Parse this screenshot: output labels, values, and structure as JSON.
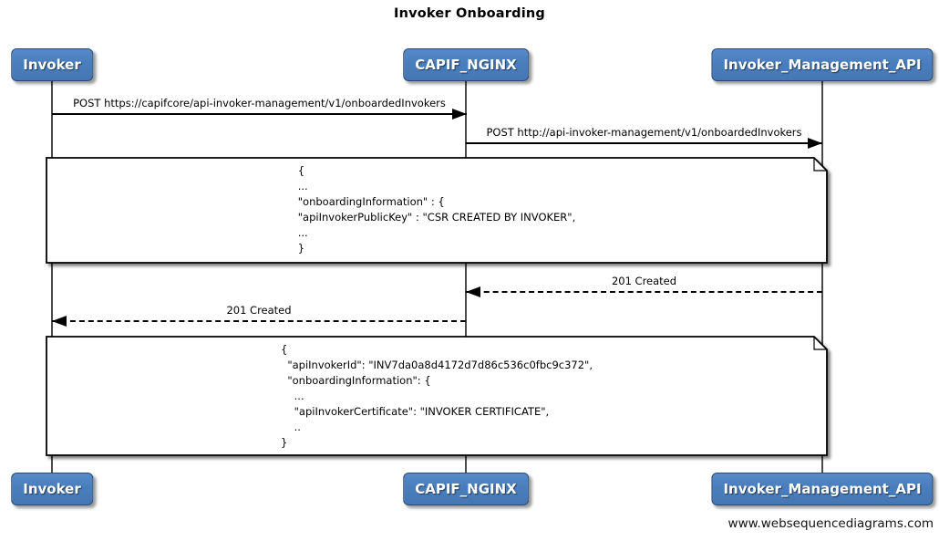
{
  "title": "Invoker Onboarding",
  "actors": [
    {
      "name": "Invoker"
    },
    {
      "name": "CAPIF_NGINX"
    },
    {
      "name": "Invoker_Management_API"
    }
  ],
  "messages": [
    {
      "label": "POST https://capifcore/api-invoker-management/v1/onboardedInvokers",
      "from": "Invoker",
      "to": "CAPIF_NGINX",
      "line": "solid",
      "direction": "right"
    },
    {
      "label": "POST http://api-invoker-management/v1/onboardedInvokers",
      "from": "CAPIF_NGINX",
      "to": "Invoker_Management_API",
      "line": "solid",
      "direction": "right"
    },
    {
      "label": "201 Created",
      "from": "Invoker_Management_API",
      "to": "CAPIF_NGINX",
      "line": "dashed",
      "direction": "left"
    },
    {
      "label": "201 Created",
      "from": "CAPIF_NGINX",
      "to": "Invoker",
      "line": "dashed",
      "direction": "left"
    }
  ],
  "notes": [
    {
      "text": "{\n...\n\"onboardingInformation\" : {\n\"apiInvokerPublicKey\" : \"CSR CREATED BY INVOKER\",\n...\n}"
    },
    {
      "text": "{\n  \"apiInvokerId\": \"INV7da0a8d4172d7d86c536c0fbc9c372\",\n  \"onboardingInformation\": {\n    ...\n    \"apiInvokerCertificate\": \"INVOKER CERTIFICATE\",\n    ..\n}"
    }
  ],
  "footer": "www.websequencediagrams.com",
  "colors": {
    "actor_fill": "#4a7ebd",
    "actor_border": "#2a4a75",
    "note_fill": "#ffffff",
    "line_color": "#000000",
    "lifeline_color": "#4a4a4a"
  }
}
